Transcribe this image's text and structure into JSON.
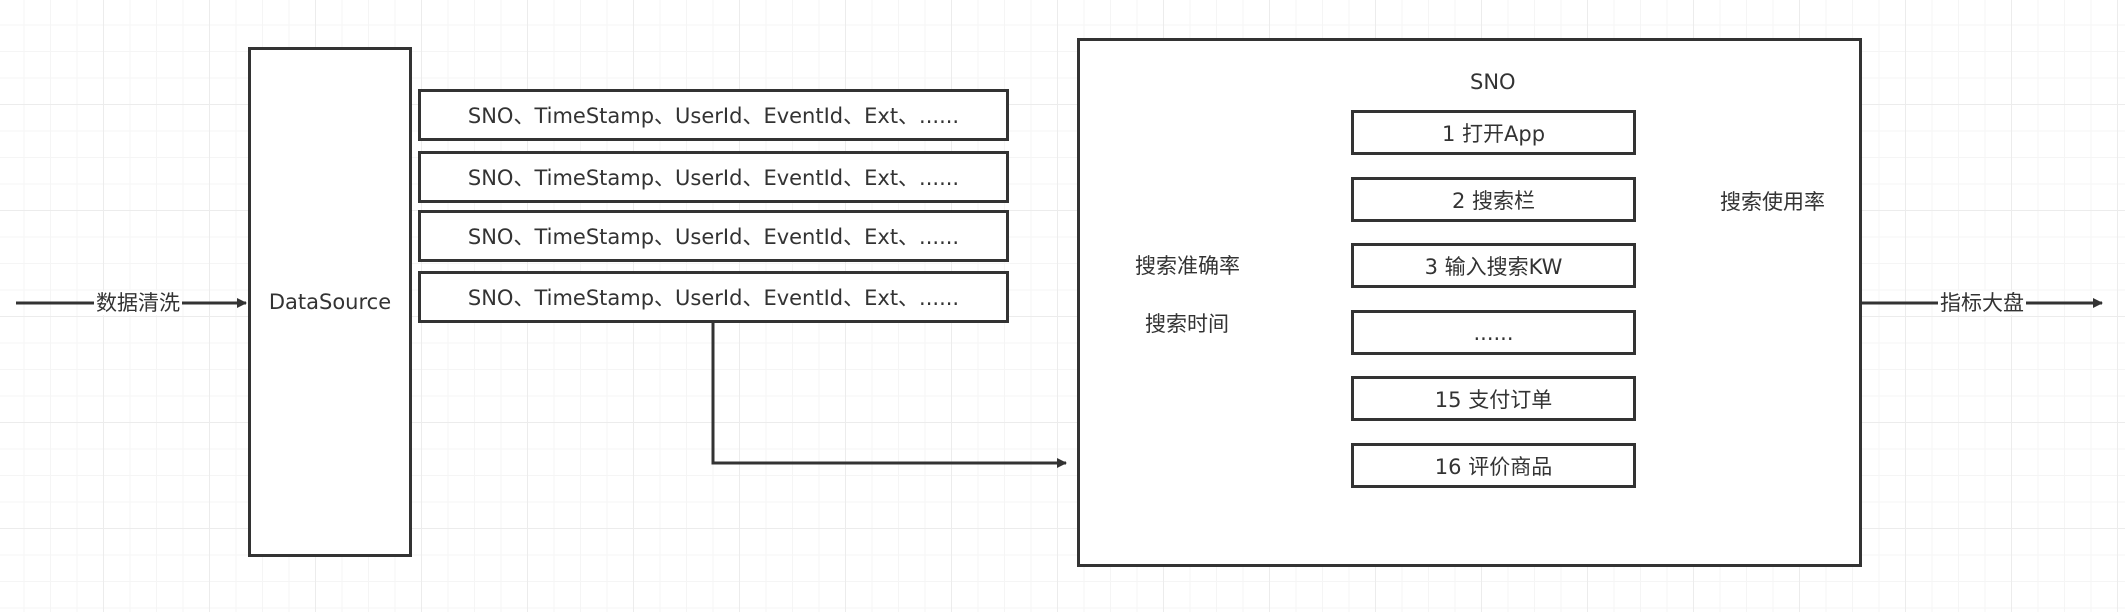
{
  "diagram": {
    "input_edge_label": "数据清洗",
    "datasource_label": "DataSource",
    "records": [
      "SNO、TimeStamp、UserId、EventId、Ext、......",
      "SNO、TimeStamp、UserId、EventId、Ext、......",
      "SNO、TimeStamp、UserId、EventId、Ext、......",
      "SNO、TimeStamp、UserId、EventId、Ext、......"
    ],
    "sno_panel": {
      "title": "SNO",
      "steps": [
        "1 打开App",
        "2 搜索栏",
        "3 输入搜索KW",
        "......",
        "15 支付订单",
        "16 评价商品"
      ],
      "right_metric": "搜索使用率",
      "left_metrics": [
        "搜索准确率",
        "搜索时间"
      ]
    },
    "output_edge_label": "指标大盘",
    "colors": {
      "stroke": "#333333",
      "grid": "#ececec",
      "background": "#ffffff"
    }
  }
}
